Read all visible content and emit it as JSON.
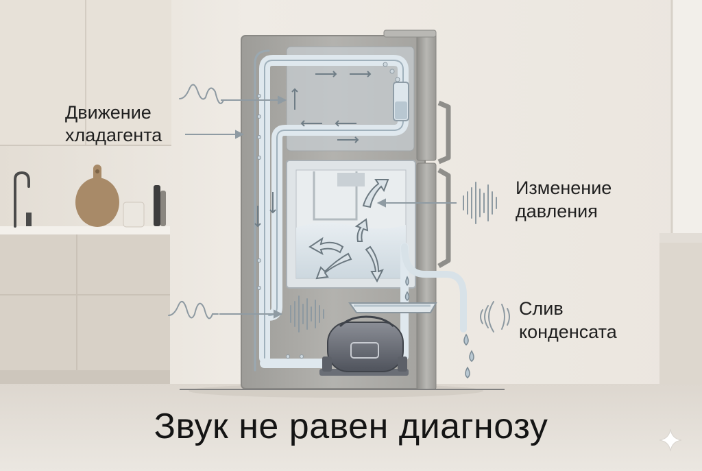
{
  "labels": {
    "refrigerant_line1": "Движение",
    "refrigerant_line2": "хладагента",
    "pressure_line1": "Изменение",
    "pressure_line2": "давления",
    "drain_line1": "Слив",
    "drain_line2": "конденсата"
  },
  "title": "Звук не равен диагнозу",
  "icons": {
    "watermark": "sparkle-icon"
  },
  "colors": {
    "wall": "#ece7e0",
    "floor": "#e6e1da",
    "fridge_body": "#a9a8a4",
    "tube": "#c7d4dc",
    "annotation_line": "#8f9ba3",
    "text": "#1f1f1f"
  }
}
